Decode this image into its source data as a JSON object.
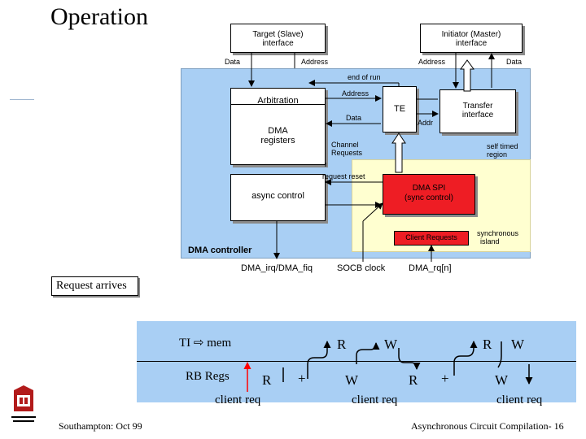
{
  "slide": {
    "title": "Operation",
    "footer_left": "Southampton: Oct 99",
    "footer_right": "Asynchronous Circuit Compilation- 16"
  },
  "dma": {
    "target_line1": "Target (Slave)",
    "target_line2": "interface",
    "initiator_line1": "Initiator (Master)",
    "initiator_line2": "interface",
    "data_left": "Data",
    "address_left": "Address",
    "address_right": "Address",
    "data_right": "Data",
    "end_of_run": "end of run",
    "arbitration": "Arbitration",
    "address_te": "Address",
    "data_te": "Data",
    "te": "TE",
    "addr": "Addr",
    "transfer_line1": "Transfer",
    "transfer_line2": "interface",
    "dma_registers_line1": "DMA",
    "dma_registers_line2": "registers",
    "channel_line1": "Channel",
    "channel_line2": "Requests",
    "self_timed_line1": "self timed",
    "self_timed_line2": "region",
    "request_reset": "request reset",
    "async_control": "async control",
    "spi_line1": "DMA SPI",
    "spi_line2": "(sync control)",
    "client_requests": "Client Requests",
    "sync_line1": "synchronous",
    "sync_line2": "island",
    "dma_controller": "DMA controller",
    "out_irq": "DMA_irq/DMA_fiq",
    "out_socb": "SOCB clock",
    "out_rq": "DMA_rq[n]"
  },
  "timing": {
    "request_arrives": "Request arrives",
    "ti_mem": "TI ⇨ mem",
    "rb_regs": "RB Regs",
    "client_req_1": "client req",
    "client_req_2": "client req",
    "client_req_3": "client req",
    "r1": "R",
    "r2": "R",
    "r3": "R",
    "r4": "R",
    "w1": "W",
    "w2": "W",
    "w3": "W",
    "w4": "W",
    "plus1": "+",
    "plus2": "+"
  },
  "colors": {
    "self_timed_region": "#a9cff4",
    "sync_island": "#ffffd0",
    "spi_block": "#ee1d24",
    "timing_panel": "#a9cff4",
    "client_req_arrow": "#ff0000"
  }
}
